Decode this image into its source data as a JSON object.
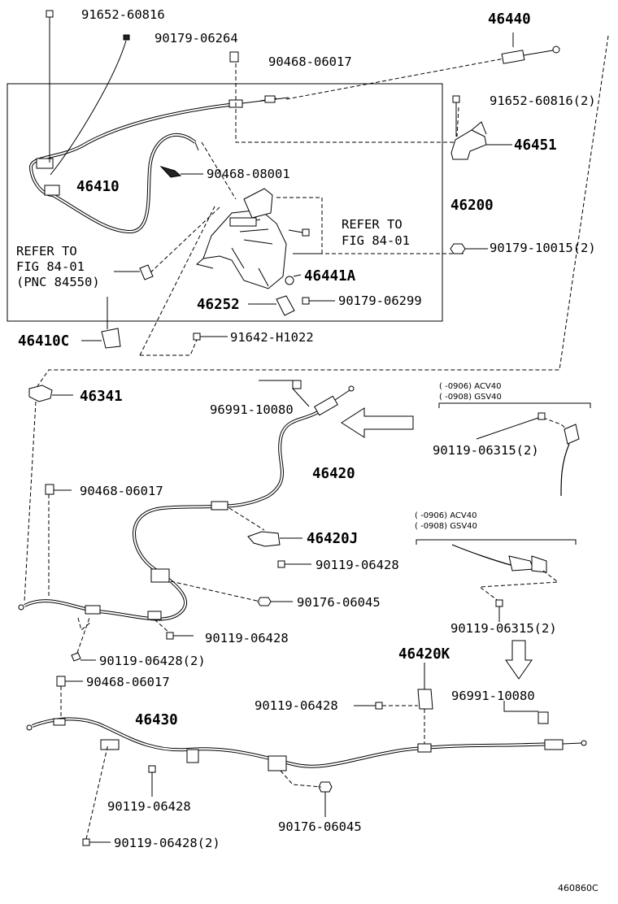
{
  "labels": {
    "p91652_60816": "91652-60816",
    "p90179_06264": "90179-06264",
    "p46440": "46440",
    "p90468_06017_top": "90468-06017",
    "p91652_60816_2": "91652-60816(2)",
    "p46451": "46451",
    "p46410": "46410",
    "p90468_08001": "90468-08001",
    "p46200": "46200",
    "refer_fig_right_1": "REFER TO",
    "refer_fig_right_2": "FIG 84-01",
    "p90179_10015_2": "90179-10015(2)",
    "refer_left_1": "REFER TO",
    "refer_left_2": "FIG 84-01",
    "refer_left_3": "(PNC 84550)",
    "p46441A": "46441A",
    "p46252": "46252",
    "p90179_06299": "90179-06299",
    "p46410C": "46410C",
    "p91642_H1022": "91642-H1022",
    "p46341": "46341",
    "p96991_10080_top": "96991-10080",
    "note_a_1": "(   -0906) ACV40",
    "note_a_2": "(   -0908) GSV40",
    "p90119_06315_a": "90119-06315(2)",
    "p46420": "46420",
    "p90468_06017_mid": "90468-06017",
    "p46420J": "46420J",
    "note_b_1": "(   -0906) ACV40",
    "note_b_2": "(   -0908) GSV40",
    "p90119_06428_a": "90119-06428",
    "p90176_06045_a": "90176-06045",
    "p90119_06428_b": "90119-06428",
    "p90119_06315_b": "90119-06315(2)",
    "p90119_06428_2a": "90119-06428(2)",
    "p90468_06017_low": "90468-06017",
    "p46420K": "46420K",
    "p96991_10080_low": "96991-10080",
    "p90119_06428_c": "90119-06428",
    "p46430": "46430",
    "p90119_06428_d": "90119-06428",
    "p90176_06045_b": "90176-06045",
    "p90119_06428_2b": "90119-06428(2)",
    "figure_code": "460860C"
  }
}
